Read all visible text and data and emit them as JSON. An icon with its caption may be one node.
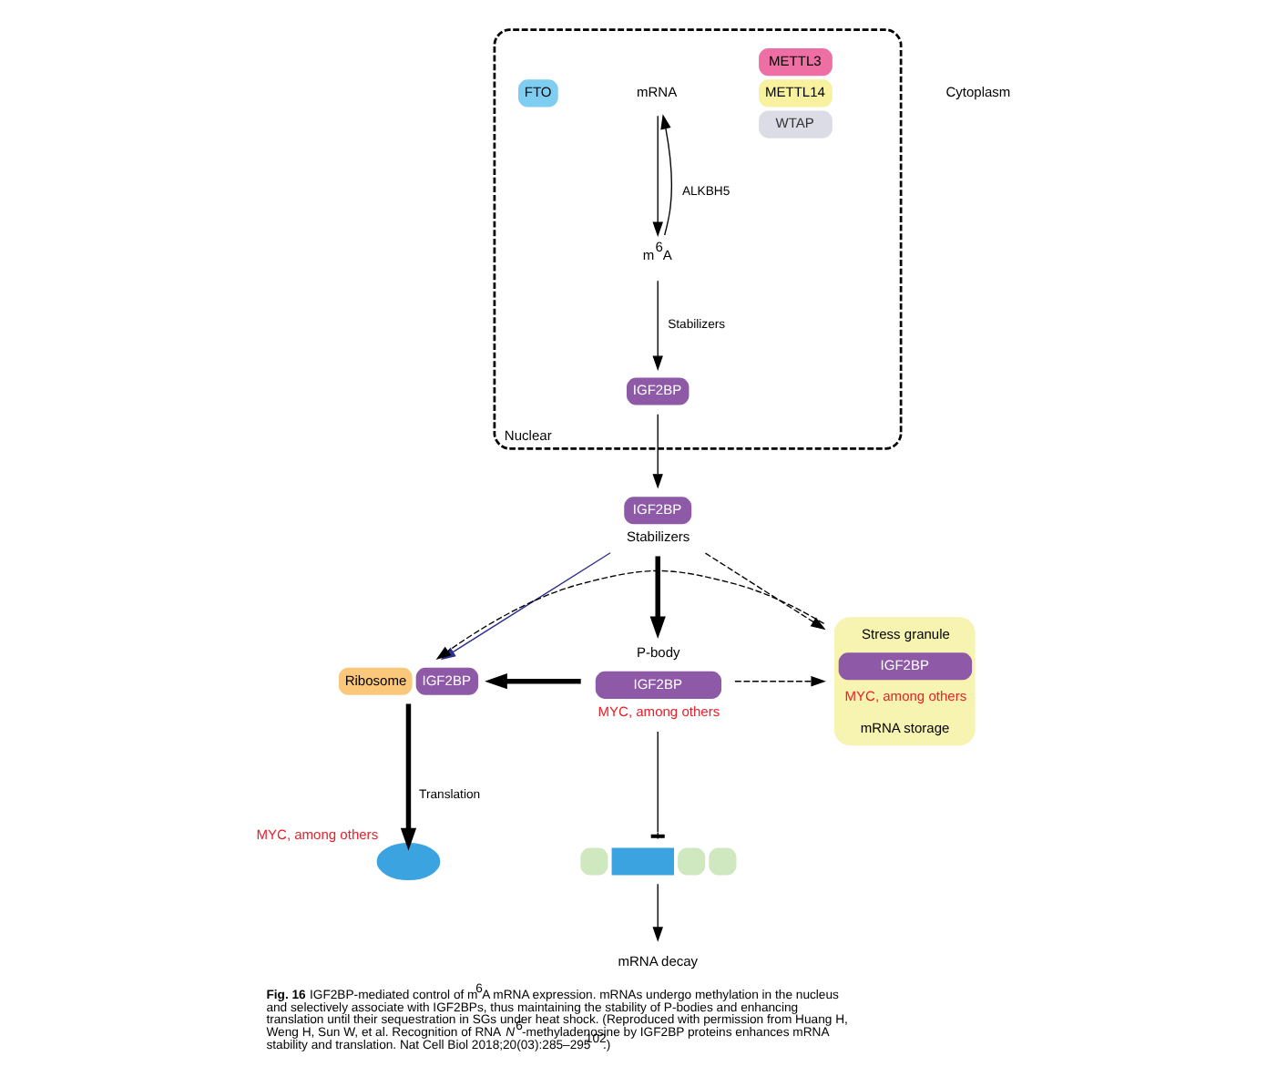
{
  "diagram": {
    "caption": "**Fig. 16** IGF2BP-mediated control of m$^{6}$A mRNA expression. mRNAs undergo methylation in the nucleus and selectively associate with IGF2BPs, thus maintaining the stability of P-bodies and enhancing translation until their sequestration in SGs under heat shock. (Reproduced with permission from Huang H, Weng H, Sun W, et al. Recognition of RNA *N*$^{6}$-methyladenosine by IGF2BP proteins enhances mRNA stability and translation. Nat Cell Biol 2018;20(03):285–295$^{102}$.)",
    "nodes": [
      {
        "text": [
          "Nuclear"
        ]
      },
      {
        "text": [
          "METTL3",
          "METTL14",
          "WTAP"
        ],
        "in": 0
      },
      {
        "text": [
          "mRNA"
        ],
        "in": 0
      },
      {
        "text": [
          "m$^{6}$A"
        ],
        "in": 0
      },
      {
        "text": [
          "FTO"
        ],
        "in": 0
      },
      {
        "text": [
          "IGF2BP"
        ],
        "in": 0
      },
      {
        "text": [
          "IGF2BP"
        ],
        "beside": [
          "Stabilizers"
        ]
      },
      {
        "text": [
          "Ribosome",
          "IGF2BP"
        ]
      },
      {
        "text": [
          "P-body",
          "IGF2BP"
        ],
        "beside": [
          "MYC, among others"
        ]
      },
      {
        "text": [
          "Stress granule",
          "IGF2BP",
          "MYC, among others",
          "mRNA storage"
        ]
      },
      {
        "text": [],
        "shape": "circle",
        "beside": [
          "MYC, among others"
        ]
      },
      {
        "text": [],
        "shape": "picture"
      },
      {
        "text": [
          "mRNA decay"
        ]
      }
    ],
    "edges": [
      {
        "from": 2,
        "to": 3,
        "arrow": "to"
      },
      {
        "from": 3,
        "to": 2,
        "arrow": "to",
        "label": "ALKBH5"
      },
      {
        "from": 3,
        "to": 5,
        "arrow": "to",
        "label": "Stabilizers"
      },
      {
        "from": 5,
        "to": 6,
        "arrow": "to"
      },
      {
        "from": 6,
        "to": 7,
        "arrow": "to",
        "color": "#2b2d8f"
      },
      {
        "from": 6,
        "to": 8,
        "arrow": "to",
        "style": "thick"
      },
      {
        "from": 6,
        "to": 9,
        "arrow": "to",
        "style": "dashed"
      },
      {
        "from": 9,
        "to": 7,
        "arrow": "to",
        "style": "dashed"
      },
      {
        "from": 8,
        "to": 7,
        "arrow": "to",
        "style": "thick"
      },
      {
        "from": 8,
        "to": 9,
        "arrow": "to",
        "style": "dashed"
      },
      {
        "from": 7,
        "to": 10,
        "arrow": "to",
        "style": "thick",
        "label": "Translation"
      },
      {
        "from": 8,
        "to": 11,
        "arrow": "other"
      },
      {
        "from": 11,
        "to": 12,
        "arrow": "to"
      }
    ],
    "labels": [
      "Cytoplasm"
    ]
  }
}
